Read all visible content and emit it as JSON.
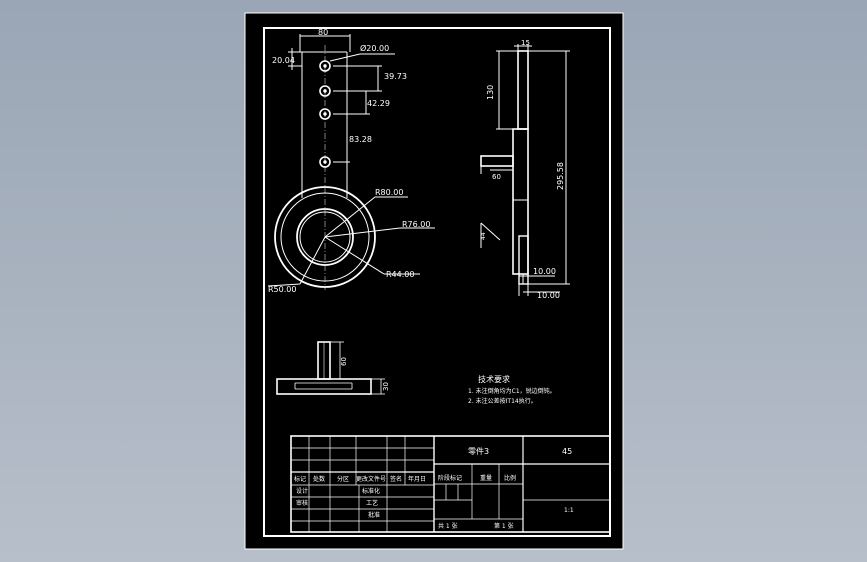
{
  "drawing": {
    "dimensions": {
      "width_top": "80",
      "offset_top": "20.04",
      "hole_dia": "Ø20.00",
      "d1": "39.73",
      "d2": "42.29",
      "d3": "83.28",
      "r_outer": "R80.00",
      "r_mid": "R76.00",
      "r_inner": "R44.00",
      "r_ring": "R50.00",
      "side_top": "15",
      "side_height": "130",
      "side_total": "295.58",
      "side_pin": "60",
      "side_angle": "44",
      "side_bot1": "10.00",
      "side_bot2": "10.00",
      "bottom_h": "60",
      "bottom_w": "30"
    },
    "notes": {
      "title": "技术要求",
      "line1": "1. 未注倒角均为C1，锐边倒钝。",
      "line2": "2. 未注公差按IT14执行。"
    },
    "title_block": {
      "part_name": "零件3",
      "material": "45",
      "h1": "标记",
      "h2": "处数",
      "h3": "分区",
      "h4": "更改文件号",
      "h5": "签名",
      "h6": "年月日",
      "stage_mark": "阶段标记",
      "weight": "重量",
      "scale": "比例",
      "design": "设计",
      "standardize": "标准化",
      "check": "审核",
      "process": "工艺",
      "approve": "批准",
      "total_sheets": "共 1 张",
      "sheet_no": "第 1 张",
      "scale_value": "1:1"
    }
  }
}
